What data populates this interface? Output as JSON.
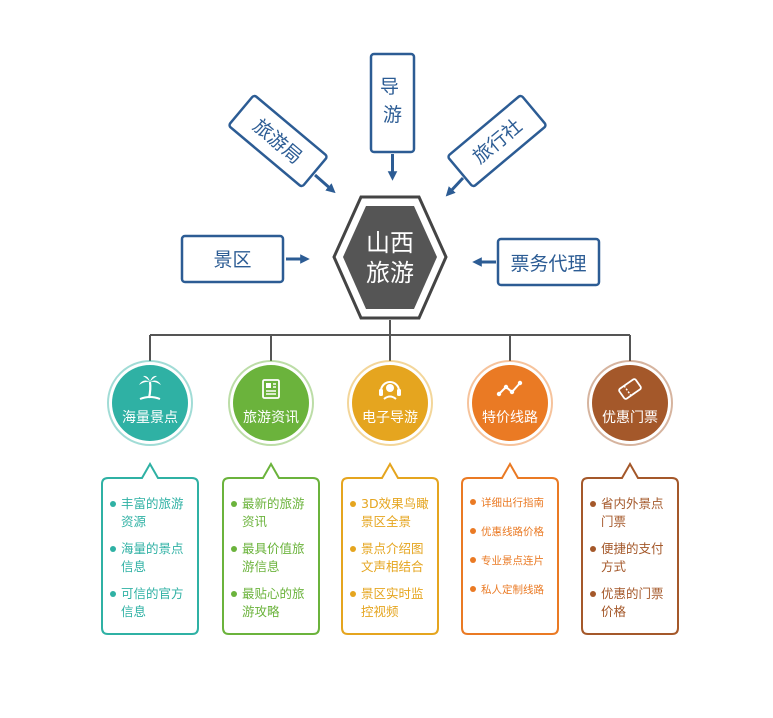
{
  "center": {
    "line1": "山西",
    "line2": "旅游"
  },
  "sources": [
    {
      "id": "guide",
      "label": "导游"
    },
    {
      "id": "bureau",
      "label": "旅游局"
    },
    {
      "id": "agency",
      "label": "旅行社"
    },
    {
      "id": "scenic",
      "label": "景区"
    },
    {
      "id": "ticket-agent",
      "label": "票务代理"
    }
  ],
  "modules": [
    {
      "label": "海量景点",
      "color": "#2fb1a4",
      "icon": "palm-tree-icon",
      "items": [
        [
          "丰富的旅游",
          "资源"
        ],
        [
          "海量的景点",
          "信息"
        ],
        [
          "可信的官方",
          "信息"
        ]
      ]
    },
    {
      "label": "旅游资讯",
      "color": "#6bb33c",
      "icon": "news-icon",
      "items": [
        [
          "最新的旅游",
          "资讯"
        ],
        [
          "最具价值旅",
          "游信息"
        ],
        [
          "最贴心的旅",
          "游攻略"
        ]
      ]
    },
    {
      "label": "电子导游",
      "color": "#e5a51f",
      "icon": "headset-icon",
      "items": [
        [
          "3D效果鸟瞰",
          "景区全景"
        ],
        [
          "景点介绍图",
          "文声相结合"
        ],
        [
          "景区实时监",
          "控视频"
        ]
      ]
    },
    {
      "label": "特价线路",
      "color": "#ea7a24",
      "icon": "trend-line-icon",
      "items": [
        [
          "详细出行指南"
        ],
        [
          "优惠线路价格"
        ],
        [
          "专业景点连片"
        ],
        [
          "私人定制线路"
        ]
      ]
    },
    {
      "label": "优惠门票",
      "color": "#a4582a",
      "icon": "ticket-icon",
      "items": [
        [
          "省内外景点",
          "门票"
        ],
        [
          "便捷的支付",
          "方式"
        ],
        [
          "优惠的门票",
          "价格"
        ]
      ]
    }
  ],
  "colors": {
    "primary": "#2c5c94",
    "hexFill": "#555555",
    "connector": "#555555"
  }
}
